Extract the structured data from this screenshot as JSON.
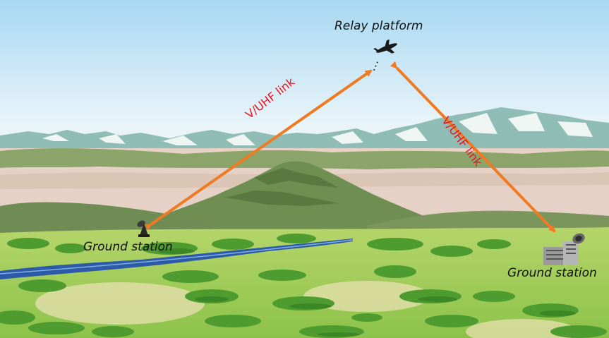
{
  "diagram": {
    "nodes": {
      "relay": {
        "label": "Relay platform",
        "icon": "aircraft-icon"
      },
      "ground_left": {
        "label": "Ground station",
        "icon": "antenna-icon"
      },
      "ground_right": {
        "label": "Ground station",
        "icon": "building-antenna-icon"
      }
    },
    "links": [
      {
        "from": "ground_left",
        "to": "relay",
        "label": "V/UHF link",
        "bidirectional": true
      },
      {
        "from": "relay",
        "to": "ground_right",
        "label": "V/UHF link",
        "bidirectional": true
      }
    ],
    "colors": {
      "link": "#f07a22",
      "link_label": "#e8141c",
      "sky_top": "#9fd3ef",
      "sky_bottom": "#f2f8fb",
      "mountains_far": "#8cb8b0",
      "snow": "#ffffff",
      "hills": "#7b9a5a",
      "plain": "#e5cfc6",
      "grass": "#9ccc55",
      "trees": "#4c9a2e",
      "river": "#2c5aa8"
    }
  }
}
